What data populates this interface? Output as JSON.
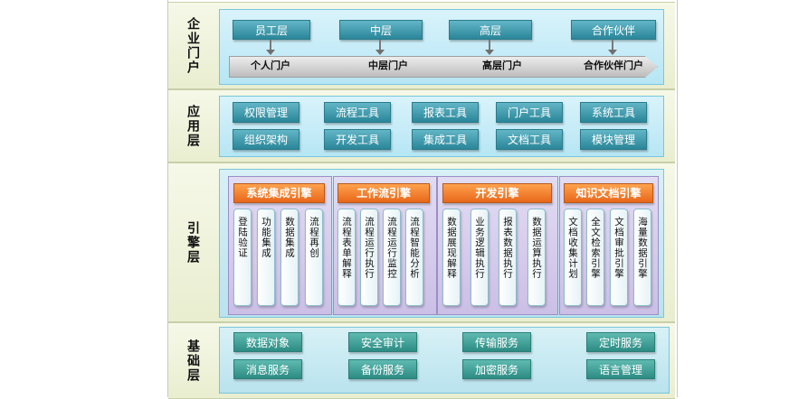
{
  "layers": {
    "portal": {
      "label": "企业门户",
      "roles": [
        "员工层",
        "中层",
        "高层",
        "合作伙伴"
      ],
      "portals": [
        "个人门户",
        "中层门户",
        "高层门户",
        "合作伙伴门户"
      ]
    },
    "application": {
      "label": "应用层",
      "row1": [
        "权限管理",
        "流程工具",
        "报表工具",
        "门户工具",
        "系统工具"
      ],
      "row2": [
        "组织架构",
        "开发工具",
        "集成工具",
        "文档工具",
        "模块管理"
      ]
    },
    "engine": {
      "label": "引擎层",
      "groups": [
        {
          "title": "系统集成引擎",
          "items": [
            "登陆验证",
            "功能集成",
            "数据集成",
            "流程再创"
          ]
        },
        {
          "title": "工作流引擎",
          "items": [
            "流程表单解释",
            "流程运行执行",
            "流程运行监控",
            "流程智能分析"
          ]
        },
        {
          "title": "开发引擎",
          "items": [
            "数据展现解释",
            "业务逻辑执行",
            "报表数据执行",
            "数据运算执行"
          ]
        },
        {
          "title": "知识文档引擎",
          "items": [
            "文档收集计划",
            "全文检索引擎",
            "文档审批引擎",
            "海量数据引擎"
          ]
        }
      ]
    },
    "base": {
      "label": "基础层",
      "row1": [
        "数据对象",
        "安全审计",
        "传输服务",
        "定时服务"
      ],
      "row2": [
        "消息服务",
        "备份服务",
        "加密服务",
        "语言管理"
      ]
    }
  }
}
